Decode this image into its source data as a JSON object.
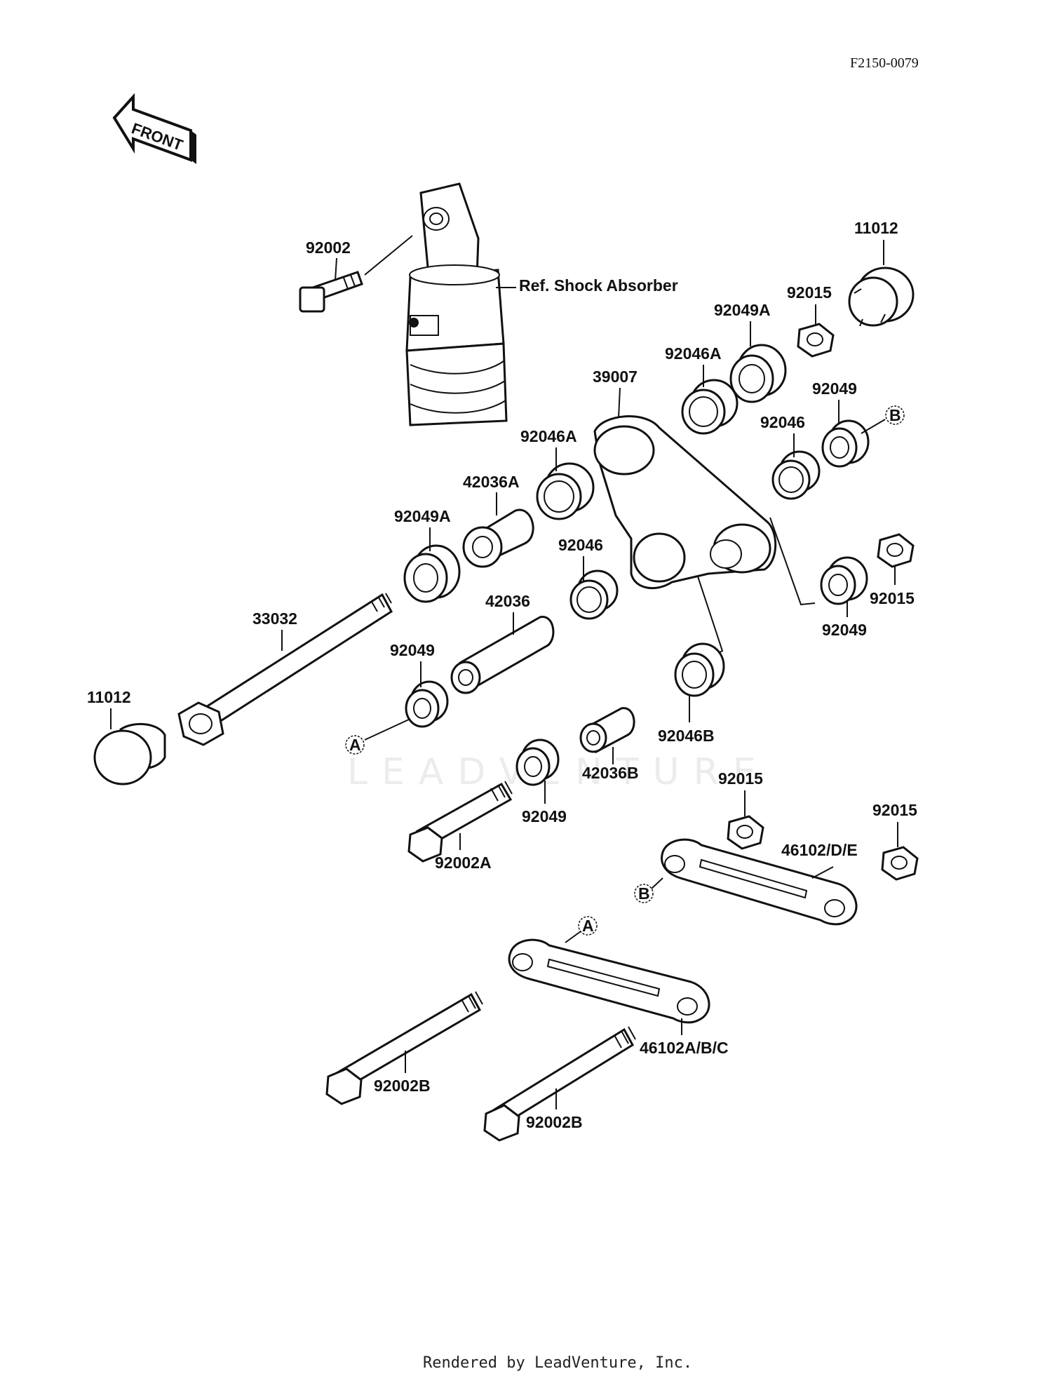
{
  "diagram": {
    "ref_code": "F2150-0079",
    "front_label": "FRONT",
    "shock_ref_label": "Ref. Shock Absorber",
    "watermark": "LEADVENTURE",
    "footer": "Rendered by LeadVenture, Inc.",
    "parts": [
      "92002",
      "11012",
      "92015",
      "92049A",
      "92046A",
      "39007",
      "92049",
      "92046",
      "92046A",
      "42036A",
      "92049A",
      "92046",
      "92015",
      "92049",
      "33032",
      "42036",
      "92049",
      "11012",
      "92046B",
      "42036B",
      "92015",
      "92015",
      "92049",
      "46102/D/E",
      "92002A",
      "46102A/B/C",
      "92002B",
      "92002B"
    ],
    "refs": [
      "B",
      "A",
      "B",
      "A"
    ]
  }
}
